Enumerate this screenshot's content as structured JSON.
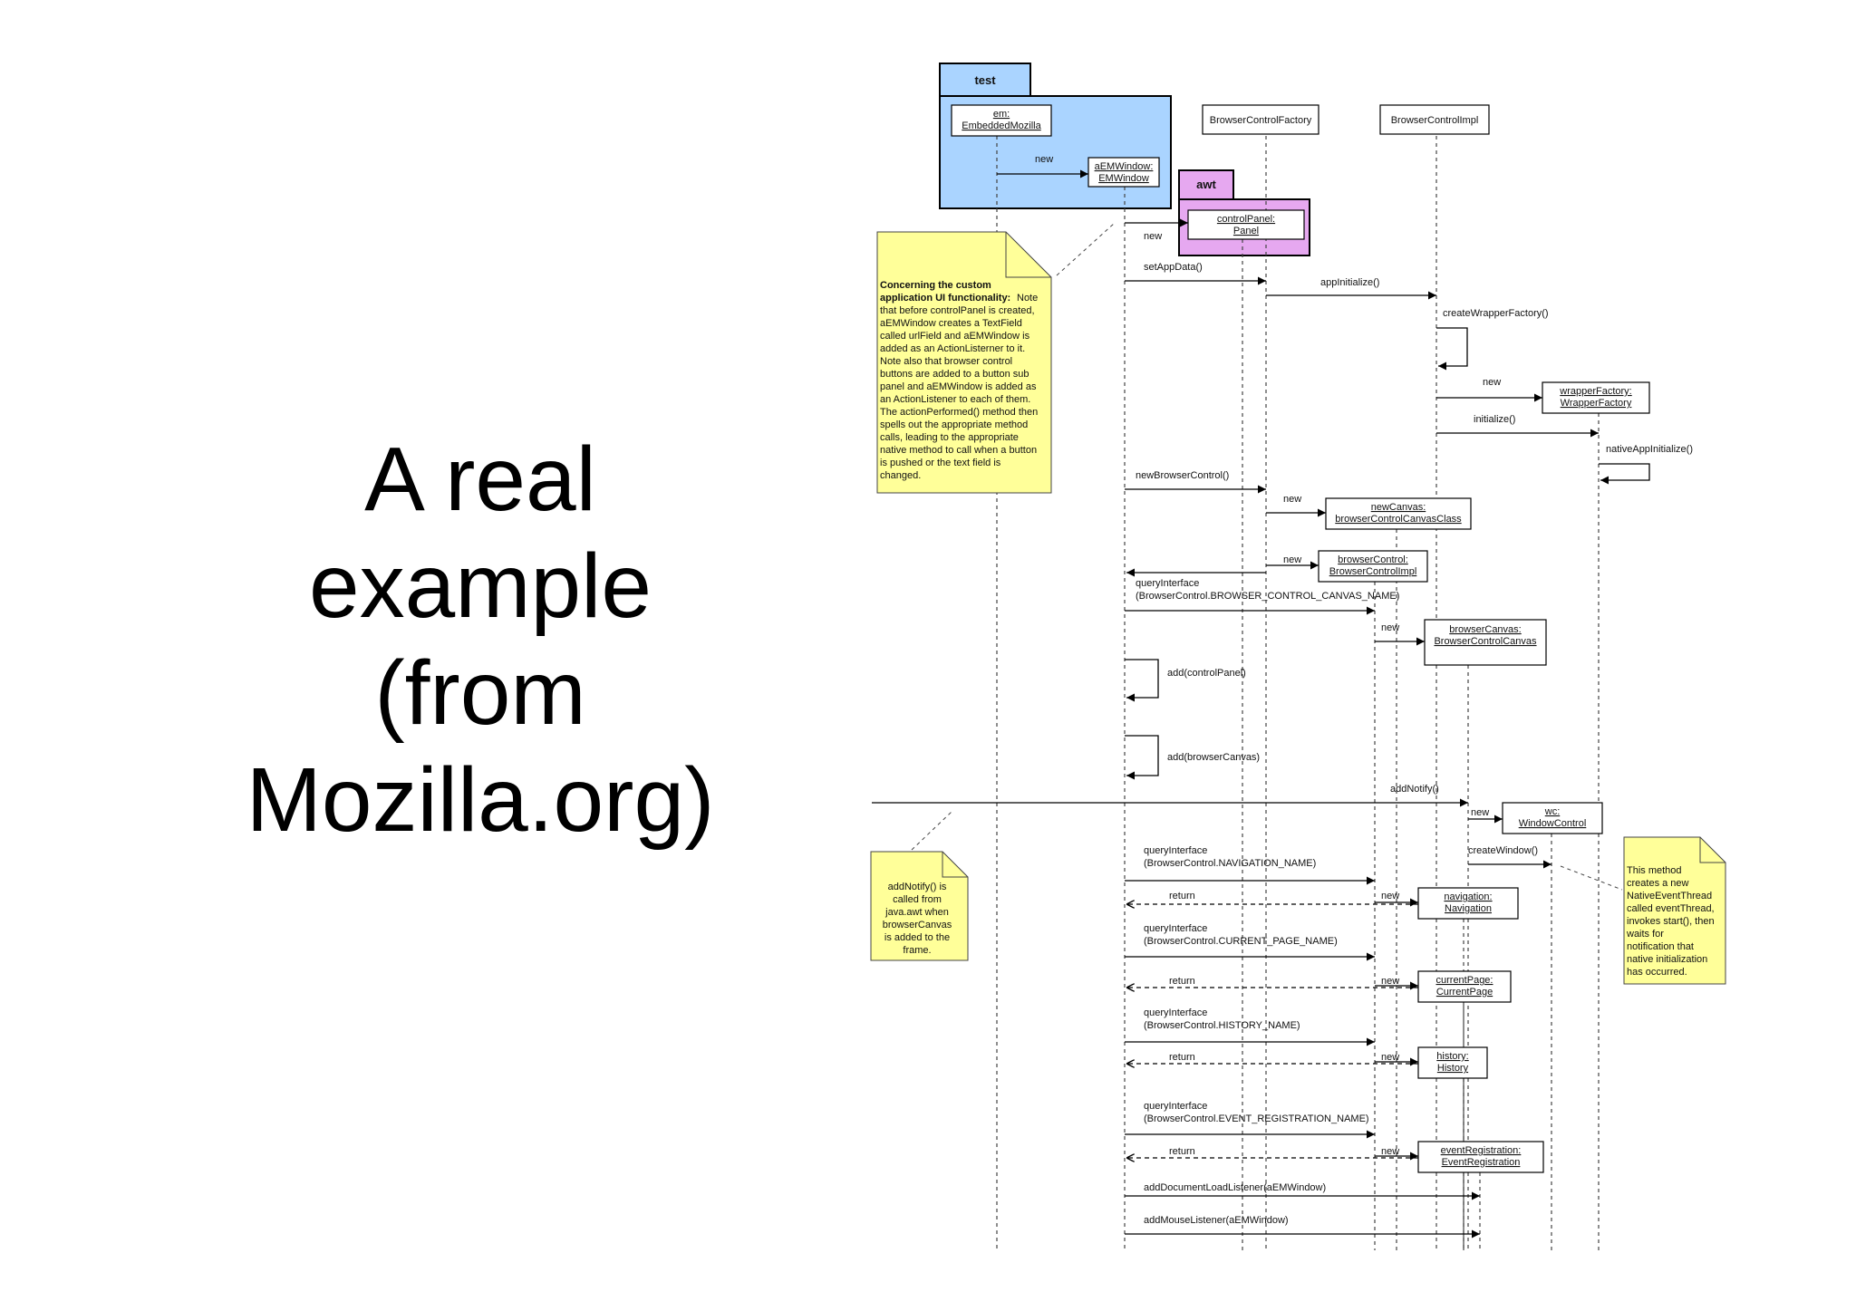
{
  "title": {
    "lines": [
      "A real",
      "example",
      "(from",
      "Mozilla.org)"
    ]
  },
  "packages": {
    "test": "test",
    "awt": "awt"
  },
  "objects": {
    "em": [
      "em:",
      "EmbeddedMozilla"
    ],
    "aEMWindow": [
      "aEMWindow:",
      "EMWindow"
    ],
    "controlPanel": [
      "controlPanel:",
      "Panel"
    ],
    "browserControlFactory": "BrowserControlFactory",
    "browserControlImpl": "BrowserControlImpl",
    "wrapperFactory": [
      "wrapperFactory:",
      "WrapperFactory"
    ],
    "newCanvas": [
      "newCanvas:",
      "browserControlCanvasClass"
    ],
    "browserControl": [
      "browserControl:",
      "BrowserControlImpl"
    ],
    "browserCanvas": [
      "browserCanvas:",
      "BrowserControlCanvas"
    ],
    "wc": [
      "wc:",
      "WindowControl"
    ],
    "navigation": [
      "navigation:",
      "Navigation"
    ],
    "currentPage": [
      "currentPage:",
      "CurrentPage"
    ],
    "history": [
      "history:",
      "History"
    ],
    "eventRegistration": [
      "eventRegistration:",
      "EventRegistration"
    ]
  },
  "messages": {
    "new": "new",
    "return": "return",
    "setAppData": "setAppData()",
    "appInitialize": "appInitialize()",
    "createWrapperFactory": "createWrapperFactory()",
    "initialize": "initialize()",
    "nativeAppInitialize": "nativeAppInitialize()",
    "newBrowserControl": "newBrowserControl()",
    "queryInterface": "queryInterface",
    "canvasName": "(BrowserControl.BROWSER_CONTROL_CANVAS_NAME)",
    "addControlPanel": "add(controlPanel)",
    "addBrowserCanvas": "add(browserCanvas)",
    "addNotify": "addNotify()",
    "createWindow": "createWindow()",
    "navigationName": "(BrowserControl.NAVIGATION_NAME)",
    "currentPageName": "(BrowserControl.CURRENT_PAGE_NAME)",
    "historyName": "(BrowserControl.HISTORY_NAME)",
    "eventRegistrationName": "(BrowserControl.EVENT_REGISTRATION_NAME)",
    "addDocumentLoadListener": "addDocumentLoadListener(aEMWindow)",
    "addMouseListener": "addMouseListener(aEMWindow)"
  },
  "notes": {
    "customUi": {
      "bold_lines": [
        "Concerning the custom",
        "application UI functionality:"
      ],
      "lines": [
        "Note",
        "that before controlPanel is created,",
        "aEMWindow creates a TextField",
        "called urlField and aEMWindow is",
        "added as an ActionListerner to it.",
        "Note also that browser control",
        "buttons are added to a button sub",
        "panel and aEMWindow is added as",
        "an ActionListener to each of them.",
        "The actionPerformed() method then",
        "spells out the appropriate method",
        "calls, leading to the appropriate",
        "native method to call when a button",
        "is pushed or the text field is",
        "changed."
      ]
    },
    "addNotify": {
      "lines": [
        "addNotify() is",
        "called from",
        "java.awt when",
        "browserCanvas",
        "is added to the",
        "frame."
      ]
    },
    "eventThread": {
      "lines": [
        "This method",
        "creates a new",
        "NativeEventThread",
        "called eventThread,",
        "invokes start(), then",
        "waits for",
        "notification that",
        "native initialization",
        "has occurred."
      ]
    }
  },
  "colors": {
    "testPackage": "#aad4ff",
    "awtPackage": "#e6a8f0",
    "note": "#ffff99",
    "object": "#ffffff",
    "line": "#000000"
  }
}
